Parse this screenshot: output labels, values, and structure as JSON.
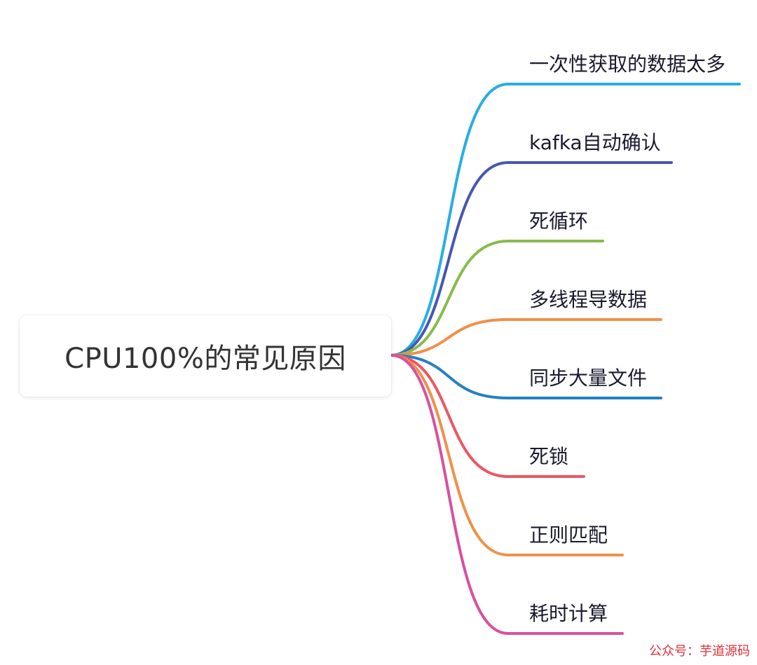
{
  "root": {
    "label": "CPU100%的常见原因"
  },
  "branches": [
    {
      "label": "一次性获取的数据太多",
      "color": "#29ade4"
    },
    {
      "label": "kafka自动确认",
      "color": "#4557b4"
    },
    {
      "label": "死循环",
      "color": "#86bc4a"
    },
    {
      "label": "多线程导数据",
      "color": "#f0904a"
    },
    {
      "label": "同步大量文件",
      "color": "#2481c2"
    },
    {
      "label": "死锁",
      "color": "#ec5663"
    },
    {
      "label": "正则匹配",
      "color": "#f0904a"
    },
    {
      "label": "耗时计算",
      "color": "#d9509d"
    }
  ],
  "watermark": "公众号：芋道源码"
}
